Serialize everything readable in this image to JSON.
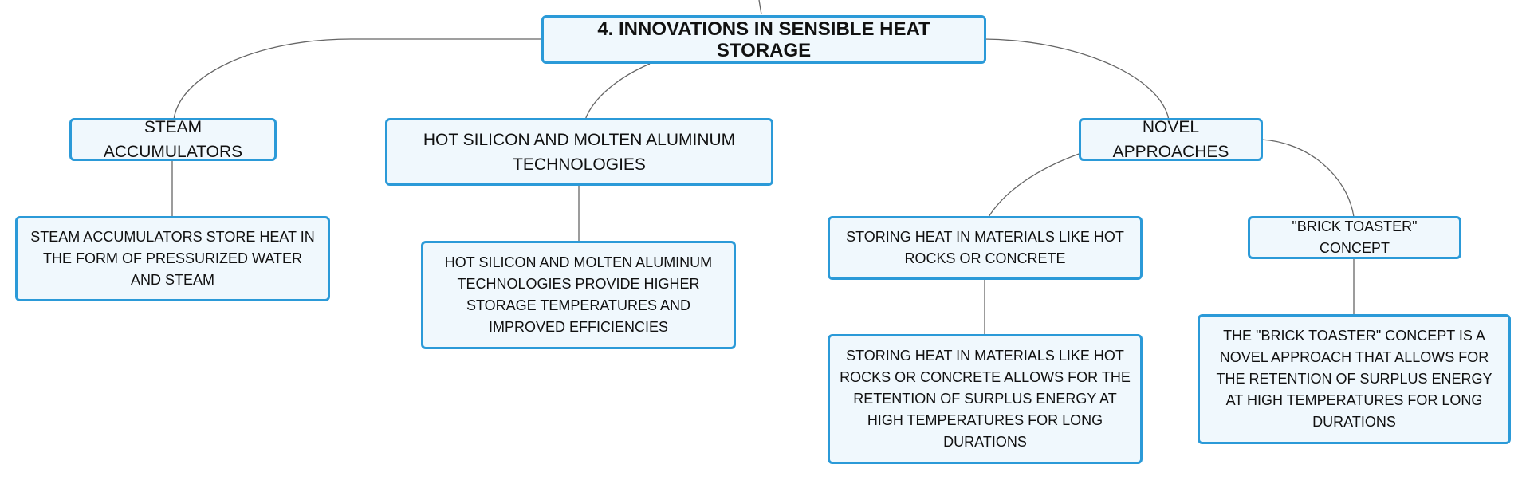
{
  "diagram": {
    "root": {
      "label": "4. INNOVATIONS IN SENSIBLE HEAT STORAGE"
    },
    "branches": [
      {
        "label": "STEAM ACCUMULATORS",
        "detail": "STEAM ACCUMULATORS STORE HEAT IN THE FORM OF PRESSURIZED WATER AND STEAM"
      },
      {
        "label": "HOT SILICON AND MOLTEN ALUMINUM TECHNOLOGIES",
        "detail": "HOT SILICON AND MOLTEN ALUMINUM TECHNOLOGIES PROVIDE HIGHER STORAGE TEMPERATURES AND IMPROVED EFFICIENCIES"
      },
      {
        "label": "NOVEL APPROACHES",
        "children": [
          {
            "label": "STORING HEAT IN MATERIALS LIKE HOT ROCKS OR CONCRETE",
            "detail": "STORING HEAT IN MATERIALS LIKE HOT ROCKS OR CONCRETE ALLOWS FOR THE RETENTION OF SURPLUS ENERGY AT HIGH TEMPERATURES FOR LONG DURATIONS"
          },
          {
            "label": "\"BRICK TOASTER\" CONCEPT",
            "detail": "THE \"BRICK TOASTER\" CONCEPT IS A NOVEL APPROACH THAT ALLOWS FOR THE RETENTION OF SURPLUS ENERGY AT HIGH TEMPERATURES FOR LONG DURATIONS"
          }
        ]
      }
    ],
    "colors": {
      "node_border": "#2b9ad8",
      "node_fill": "#f0f8fd",
      "connector": "#666666",
      "text": "#111111"
    }
  }
}
